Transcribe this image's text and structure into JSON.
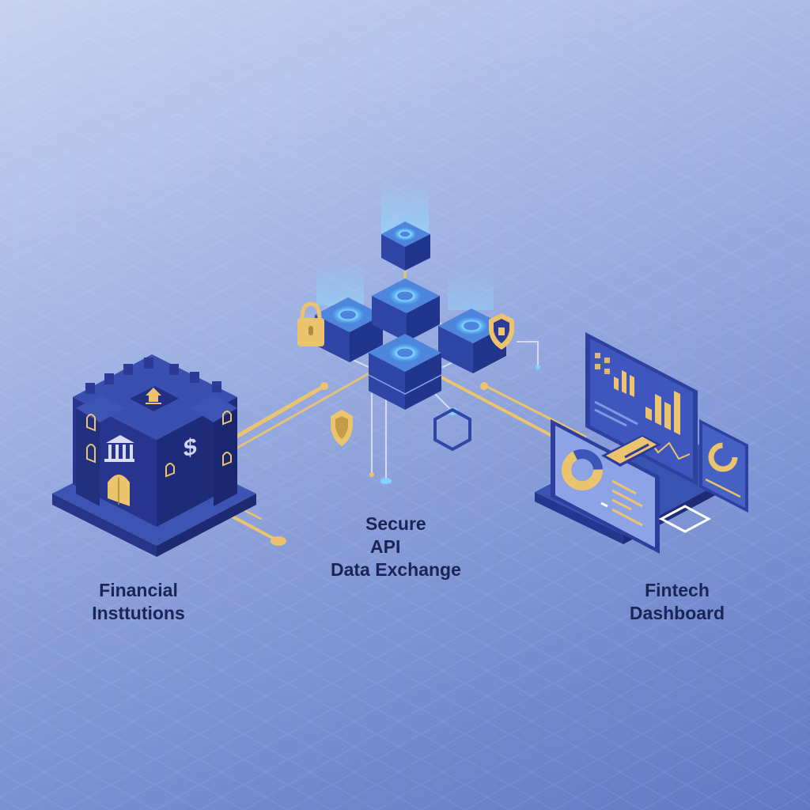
{
  "labels": {
    "financial_institutions": [
      "Financial",
      "Insttutions"
    ],
    "secure_api": [
      "Secure",
      "API",
      "Data Exchange"
    ],
    "fintech_dashboard": [
      "Fintech",
      "Dashboard"
    ]
  },
  "icons": {
    "bank": "bank-building-icon",
    "dollar": "dollar-sign-icon",
    "lock": "padlock-icon",
    "shield": "shield-icon",
    "hexagon": "hexagon-node-icon",
    "bar_chart": "bar-chart-icon",
    "donut_chart": "donut-chart-icon"
  },
  "colors": {
    "navy": "#24318a",
    "cube_top": "#4f86dd",
    "glow": "#8fdcff",
    "gold": "#ecc46e",
    "text": "#1a2556"
  }
}
